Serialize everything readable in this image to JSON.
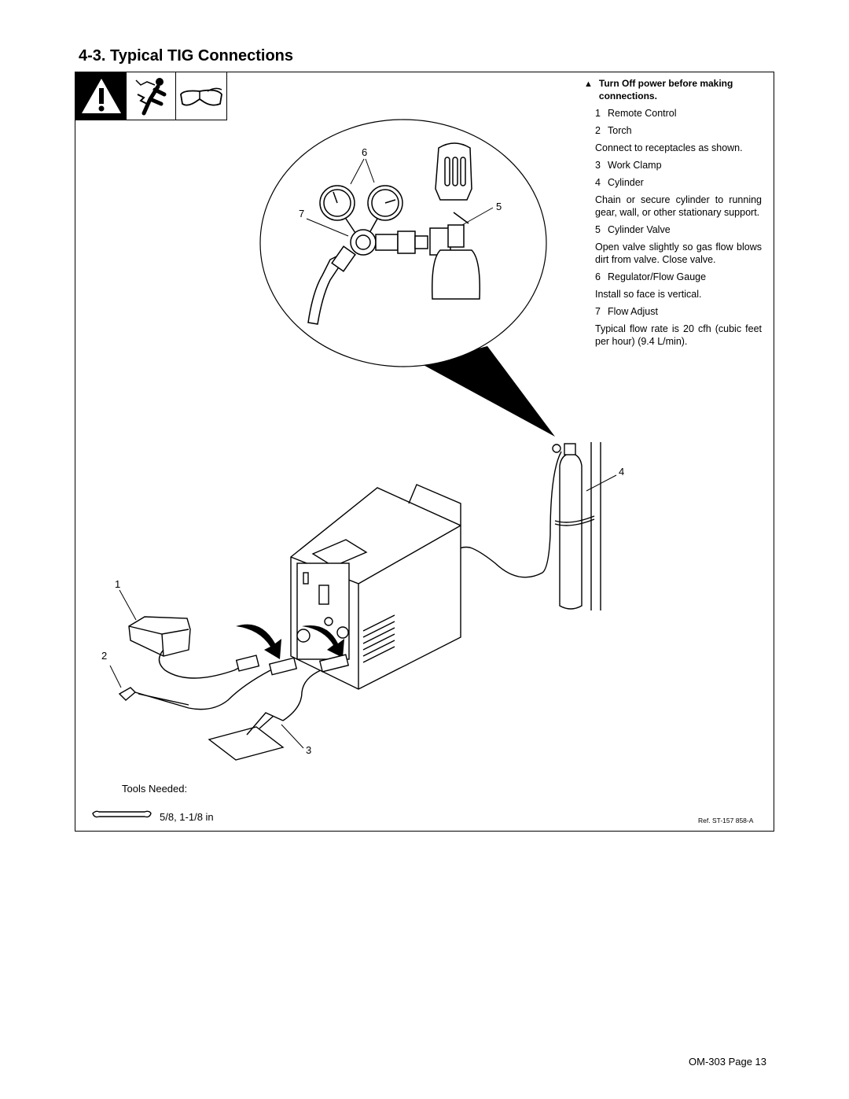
{
  "section": {
    "title": "4-3.   Typical TIG Connections"
  },
  "icons": [
    "warning-icon",
    "electric-shock-icon",
    "safety-glasses-icon"
  ],
  "instructions": {
    "warning": "Turn Off power before making connections.",
    "items": [
      {
        "num": "1",
        "label": "Remote Control",
        "note": ""
      },
      {
        "num": "2",
        "label": "Torch",
        "note": "Connect to receptacles as shown."
      },
      {
        "num": "3",
        "label": "Work Clamp",
        "note": ""
      },
      {
        "num": "4",
        "label": "Cylinder",
        "note": "Chain or secure cylinder to running gear, wall, or other stationary support."
      },
      {
        "num": "5",
        "label": "Cylinder Valve",
        "note": "Open valve slightly so gas flow blows dirt from valve. Close valve."
      },
      {
        "num": "6",
        "label": "Regulator/Flow Gauge",
        "note": "Install so face is vertical."
      },
      {
        "num": "7",
        "label": "Flow Adjust",
        "note": "Typical flow rate is 20 cfh (cubic feet per hour) (9.4 L/min)."
      }
    ]
  },
  "callouts": {
    "c1": "1",
    "c2": "2",
    "c3": "3",
    "c4": "4",
    "c5": "5",
    "c6": "6",
    "c7": "7"
  },
  "tools": {
    "label": "Tools Needed:",
    "sizes": "5/8, 1-1/8 in"
  },
  "reference": "Ref. ST-157 858-A",
  "footer": {
    "page": "OM-303 Page 13"
  }
}
